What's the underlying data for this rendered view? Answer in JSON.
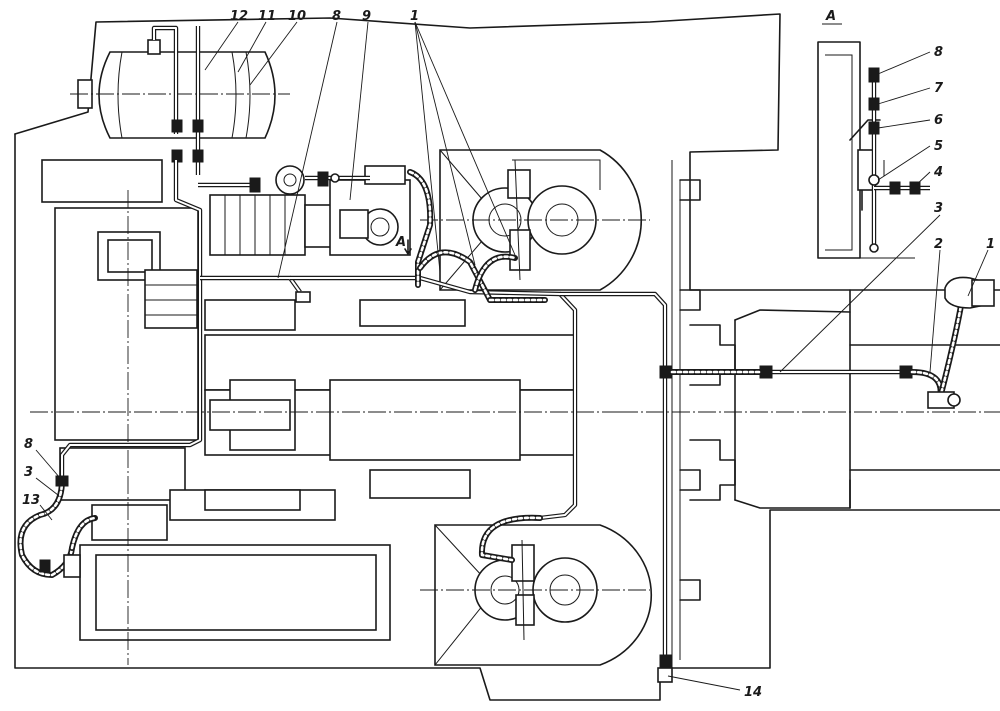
{
  "view": {
    "label": "A",
    "arrow_label": "A"
  },
  "main_callouts": [
    {
      "id": "c12",
      "text": "12"
    },
    {
      "id": "c11",
      "text": "11"
    },
    {
      "id": "c10",
      "text": "10"
    },
    {
      "id": "c8-top",
      "text": "8"
    },
    {
      "id": "c9",
      "text": "9"
    },
    {
      "id": "c1-top",
      "text": "1"
    },
    {
      "id": "c8-left",
      "text": "8"
    },
    {
      "id": "c3-left",
      "text": "3"
    },
    {
      "id": "c13",
      "text": "13"
    },
    {
      "id": "c14",
      "text": "14"
    },
    {
      "id": "c3-right",
      "text": "3"
    },
    {
      "id": "c2",
      "text": "2"
    },
    {
      "id": "c1-right",
      "text": "1"
    }
  ],
  "detail_callouts": [
    {
      "id": "d8",
      "text": "8"
    },
    {
      "id": "d7",
      "text": "7"
    },
    {
      "id": "d6",
      "text": "6"
    },
    {
      "id": "d5",
      "text": "5"
    },
    {
      "id": "d4",
      "text": "4"
    }
  ],
  "colors": {
    "ink": "#1a1a1a",
    "paper": "#ffffff"
  }
}
